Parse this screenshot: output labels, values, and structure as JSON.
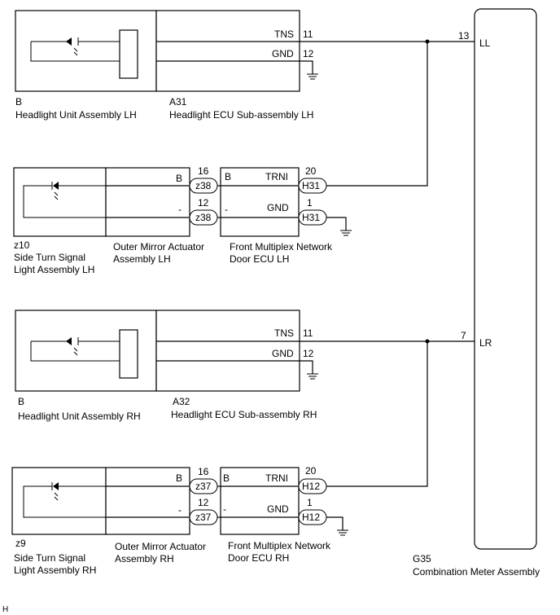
{
  "combination_meter": {
    "code": "G35",
    "name": "Combination Meter Assembly",
    "pin_ll": "13",
    "label_ll": "LL",
    "pin_lr": "7",
    "label_lr": "LR"
  },
  "lh": {
    "headlight_unit": {
      "code": "B",
      "name": "Headlight Unit Assembly LH"
    },
    "headlight_ecu": {
      "code": "A31",
      "name": "Headlight ECU Sub-assembly LH",
      "tns_label": "TNS",
      "tns_pin": "11",
      "gnd_label": "GND",
      "gnd_pin": "12"
    },
    "side_turn": {
      "code": "z10",
      "name_line1": "Side Turn Signal",
      "name_line2": "Light Assembly LH"
    },
    "mirror": {
      "name_line1": "Outer Mirror Actuator",
      "name_line2": "Assembly LH",
      "b_label": "B",
      "minus_label": "-",
      "conn": "z38",
      "pin_b": "16",
      "pin_minus": "12"
    },
    "door_ecu": {
      "name_line1": "Front Multiplex Network",
      "name_line2": "Door ECU LH",
      "b_label": "B",
      "minus_label": "-",
      "trni_label": "TRNI",
      "gnd_label": "GND",
      "conn": "H31",
      "pin_trni": "20",
      "pin_gnd": "1"
    }
  },
  "rh": {
    "headlight_unit": {
      "code": "B",
      "name": "Headlight Unit Assembly RH"
    },
    "headlight_ecu": {
      "code": "A32",
      "name": "Headlight ECU Sub-assembly RH",
      "tns_label": "TNS",
      "tns_pin": "11",
      "gnd_label": "GND",
      "gnd_pin": "12"
    },
    "side_turn": {
      "code": "z9",
      "name_line1": "Side Turn Signal",
      "name_line2": "Light Assembly RH"
    },
    "mirror": {
      "name_line1": "Outer Mirror Actuator",
      "name_line2": "Assembly RH",
      "b_label": "B",
      "minus_label": "-",
      "conn": "z37",
      "pin_b": "16",
      "pin_minus": "12"
    },
    "door_ecu": {
      "name_line1": "Front Multiplex Network",
      "name_line2": "Door ECU RH",
      "b_label": "B",
      "minus_label": "-",
      "trni_label": "TRNI",
      "gnd_label": "GND",
      "conn": "H12",
      "pin_trni": "20",
      "pin_gnd": "1"
    }
  },
  "footer_mark": "H"
}
